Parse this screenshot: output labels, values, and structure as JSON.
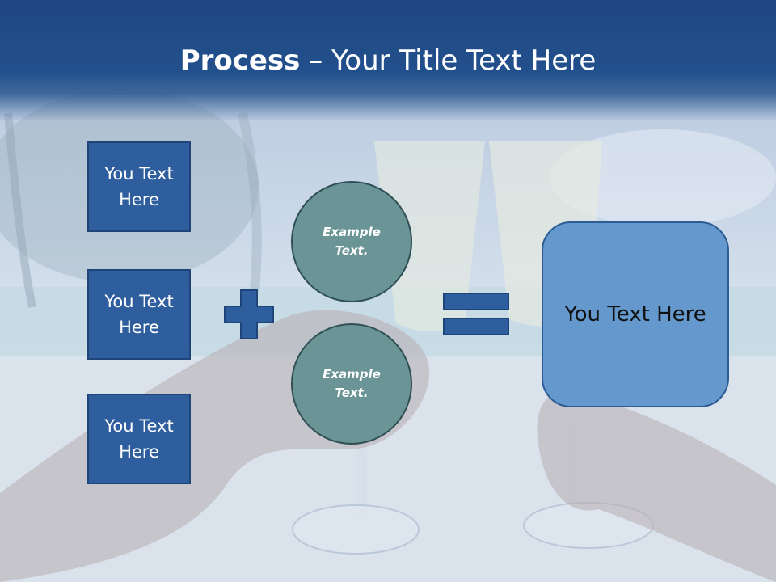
{
  "slide": {
    "title_bold": "Process",
    "title_rest": " – Your Title Text Here",
    "left_boxes": [
      {
        "label": "You Text Here"
      },
      {
        "label": "You Text Here"
      },
      {
        "label": "You Text Here"
      }
    ],
    "circles": [
      {
        "label": "Example Text."
      },
      {
        "label": "Example Text."
      }
    ],
    "operators": {
      "plus_icon": "plus-icon",
      "equals_icon": "equals-icon"
    },
    "result_box": {
      "label": "You Text Here"
    }
  },
  "colors": {
    "title_bar": "#1f4782",
    "box_fill": "#2e5e9d",
    "circle_fill": "#6a9495",
    "result_fill": "#6598cd",
    "operator_fill": "#2e5e9d"
  }
}
